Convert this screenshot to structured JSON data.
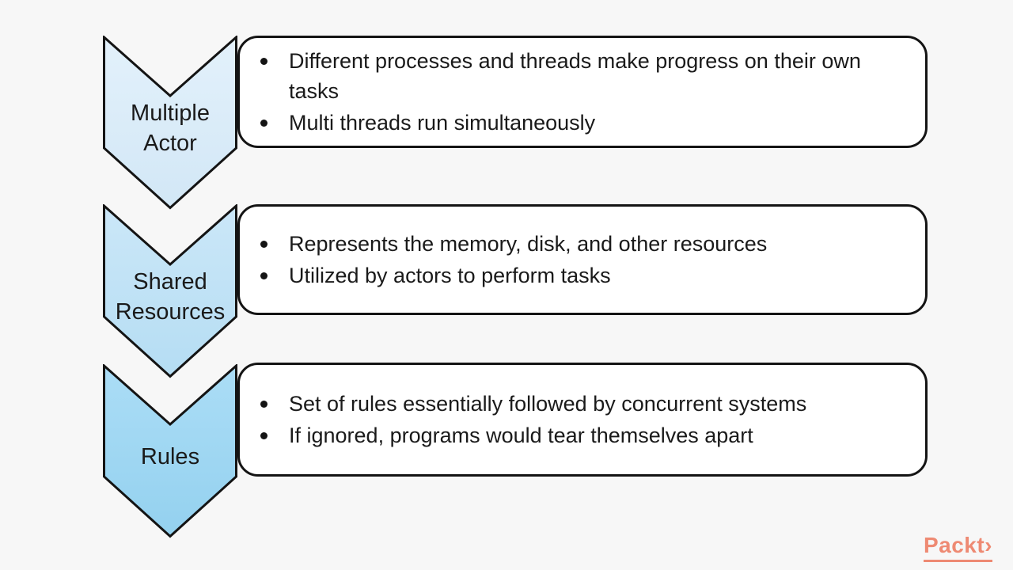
{
  "slide": {
    "background_color": "#f7f7f7",
    "box_fill_color": "#ffffff",
    "outline_color": "#141414",
    "text_color": "#1a1a1a"
  },
  "rows": [
    {
      "label": "Multiple Actor",
      "fill_top": "#e3f1fb",
      "fill_bottom": "#d2e7f6",
      "bullets": [
        "Different processes and threads make progress on their own tasks",
        "Multi threads run simultaneously"
      ]
    },
    {
      "label": "Shared Resources",
      "fill_top": "#cbe7f8",
      "fill_bottom": "#b5ddf3",
      "bullets": [
        "Represents the memory, disk, and other resources",
        "Utilized by actors to perform tasks"
      ]
    },
    {
      "label": "Rules",
      "fill_top": "#abddf6",
      "fill_bottom": "#94d1ef",
      "bullets": [
        "Set of rules essentially followed by concurrent systems",
        "If ignored, programs would tear themselves apart"
      ]
    }
  ],
  "logo": {
    "text": "Packt›",
    "color": "#ee8a73"
  }
}
